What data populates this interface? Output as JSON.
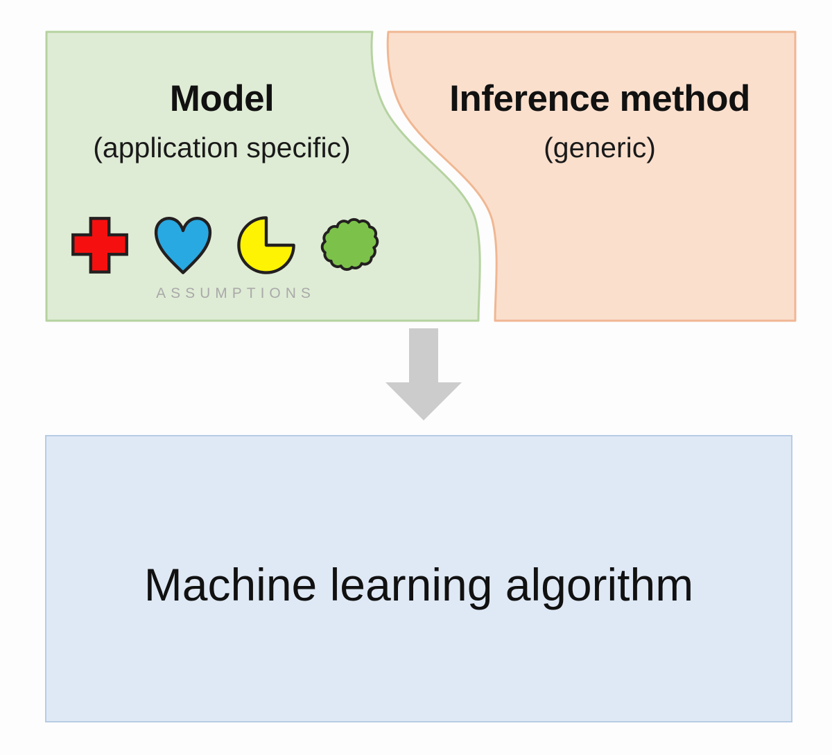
{
  "diagram": {
    "title": "Model and inference method compose a machine learning algorithm",
    "background_color": "#fdfdfd",
    "top_panel": {
      "left_region": {
        "name": "model-region",
        "fill_color": "#dfecd5",
        "stroke_color": "#b5d2a0",
        "title": "Model",
        "subtitle": "(application specific)",
        "assumptions_label": "Assumptions",
        "assumptions_label_color": "#a9a9a9",
        "icons": [
          {
            "name": "red-cross-icon",
            "shape": "cross",
            "fill": "#f5100f",
            "stroke": "#231f20",
            "label": "cross"
          },
          {
            "name": "blue-heart-icon",
            "shape": "heart",
            "fill": "#28a9e2",
            "stroke": "#231f20",
            "label": "heart"
          },
          {
            "name": "yellow-pacman-icon",
            "shape": "pacman",
            "fill": "#fdf302",
            "stroke": "#231f20",
            "label": "pie with wedge removed"
          },
          {
            "name": "green-cloud-icon",
            "shape": "cloud",
            "fill": "#7cc24a",
            "stroke": "#231f20",
            "label": "cloud"
          }
        ]
      },
      "right_region": {
        "name": "inference-region",
        "fill_color": "#fadfcd",
        "stroke_color": "#f0b792",
        "title": "Inference method",
        "subtitle": "(generic)"
      }
    },
    "arrow": {
      "name": "down-arrow",
      "direction": "down",
      "fill_color": "#cccccc"
    },
    "output_box": {
      "name": "machine-learning-algorithm-box",
      "label": "Machine learning algorithm",
      "fill_color": "#dfe9f5",
      "stroke_color": "#b6cbe4"
    }
  }
}
